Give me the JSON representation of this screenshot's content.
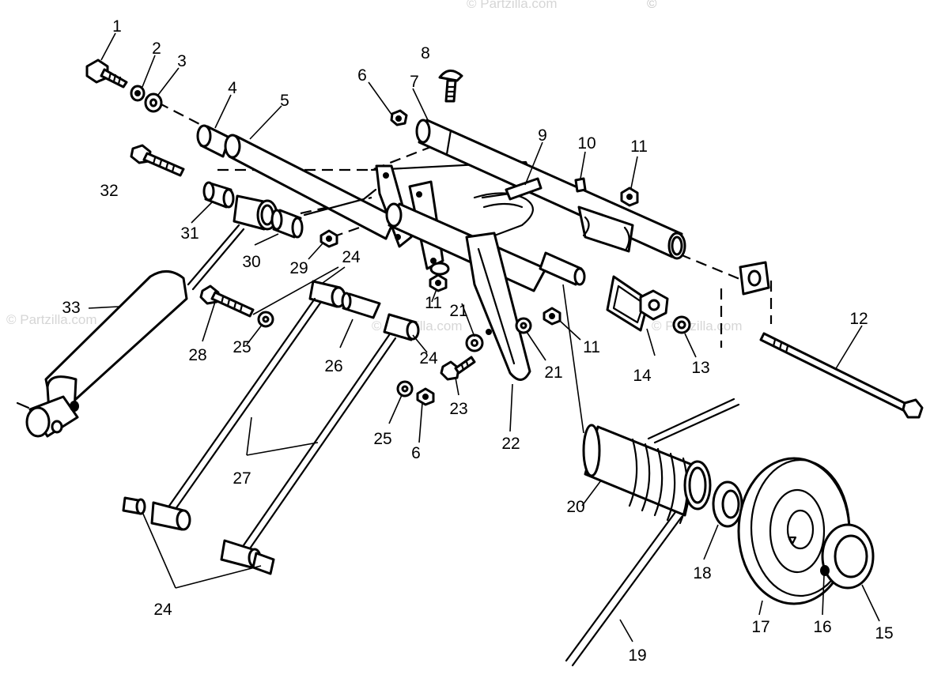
{
  "watermarks": [
    "© Partzilla.com",
    "© Partzilla.com",
    "© Partzilla.com",
    "© Partzilla.com"
  ],
  "copyright_mark": "©",
  "callouts": {
    "c1": "1",
    "c2": "2",
    "c3": "3",
    "c4": "4",
    "c5": "5",
    "c6a": "6",
    "c6b": "6",
    "c7": "7",
    "c8": "8",
    "c9": "9",
    "c10": "10",
    "c11a": "11",
    "c11b": "11",
    "c11c": "11",
    "c12": "12",
    "c13": "13",
    "c14": "14",
    "c15": "15",
    "c16": "16",
    "c17": "17",
    "c18": "18",
    "c19": "19",
    "c20": "20",
    "c21a": "21",
    "c21b": "21",
    "c22": "22",
    "c23": "23",
    "c24a": "24",
    "c24b": "24",
    "c24c": "24",
    "c25a": "25",
    "c25b": "25",
    "c26": "26",
    "c27": "27",
    "c28": "28",
    "c29": "29",
    "c30": "30",
    "c31": "31",
    "c32": "32",
    "c33": "33"
  }
}
